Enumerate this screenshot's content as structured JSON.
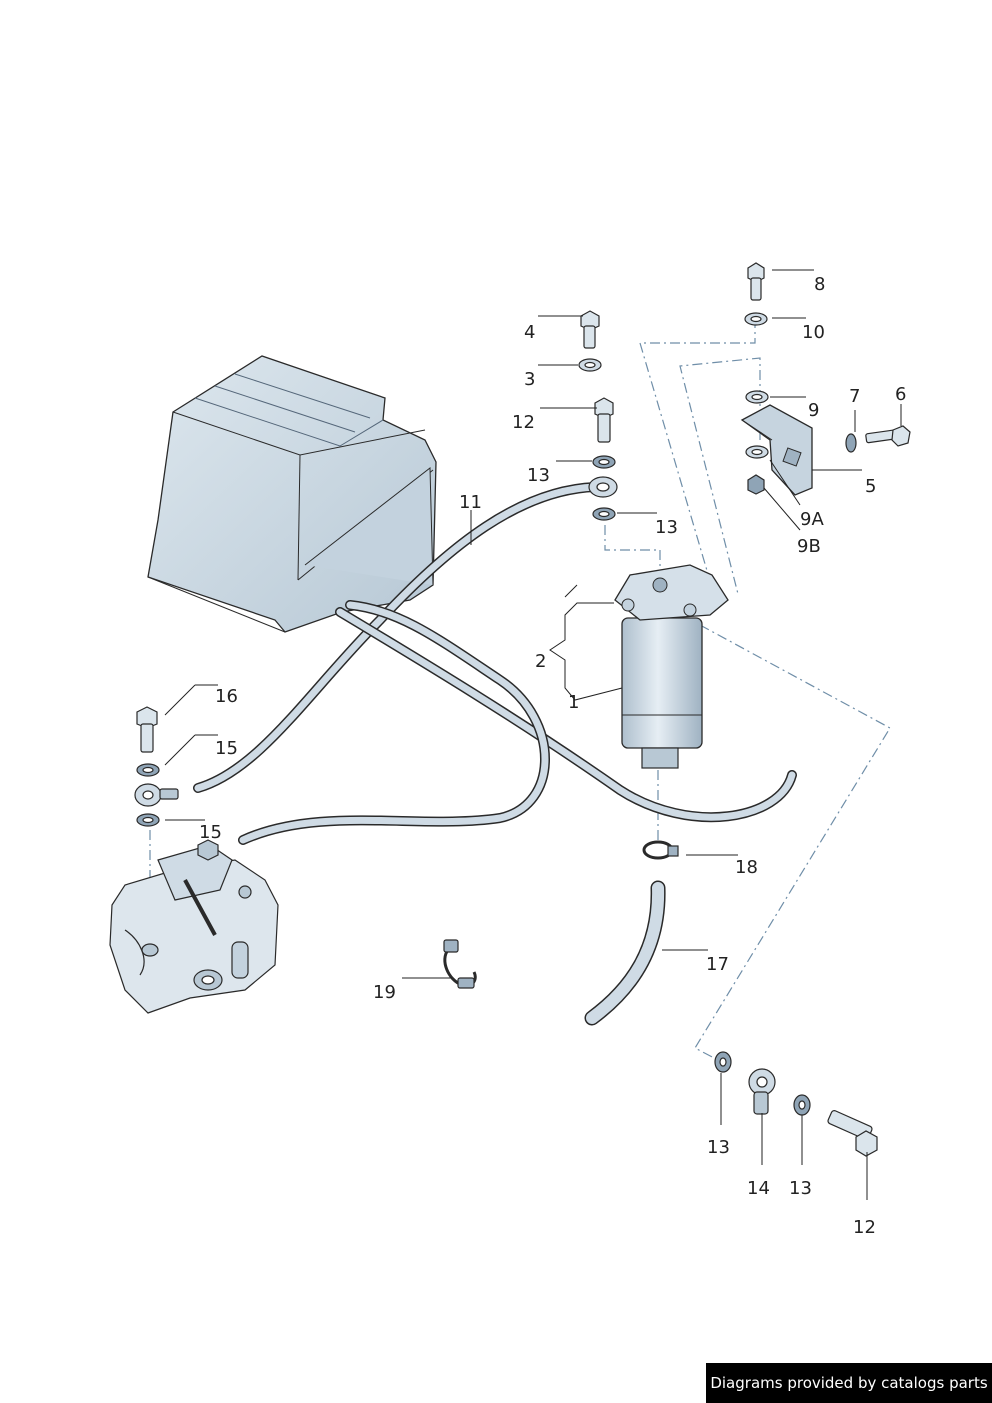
{
  "labels": {
    "l1": "1",
    "l2": "2",
    "l3": "3",
    "l4": "4",
    "l5": "5",
    "l6": "6",
    "l7": "7",
    "l8": "8",
    "l9": "9",
    "l9a": "9A",
    "l9b": "9B",
    "l10": "10",
    "l11": "11",
    "l12a": "12",
    "l12b": "12",
    "l13a": "13",
    "l13b": "13",
    "l13c": "13",
    "l13d": "13",
    "l14": "14",
    "l15a": "15",
    "l15b": "15",
    "l16": "16",
    "l17": "17",
    "l18": "18",
    "l19": "19"
  },
  "footer": {
    "credit": "Diagrams provided by catalogs parts"
  },
  "colors": {
    "part_fill": "#d9e4ec",
    "part_dark": "#a9bccb",
    "outline": "#2a2a2a",
    "hose": "#c9d7e2",
    "dashline": "#6f8ea8"
  }
}
